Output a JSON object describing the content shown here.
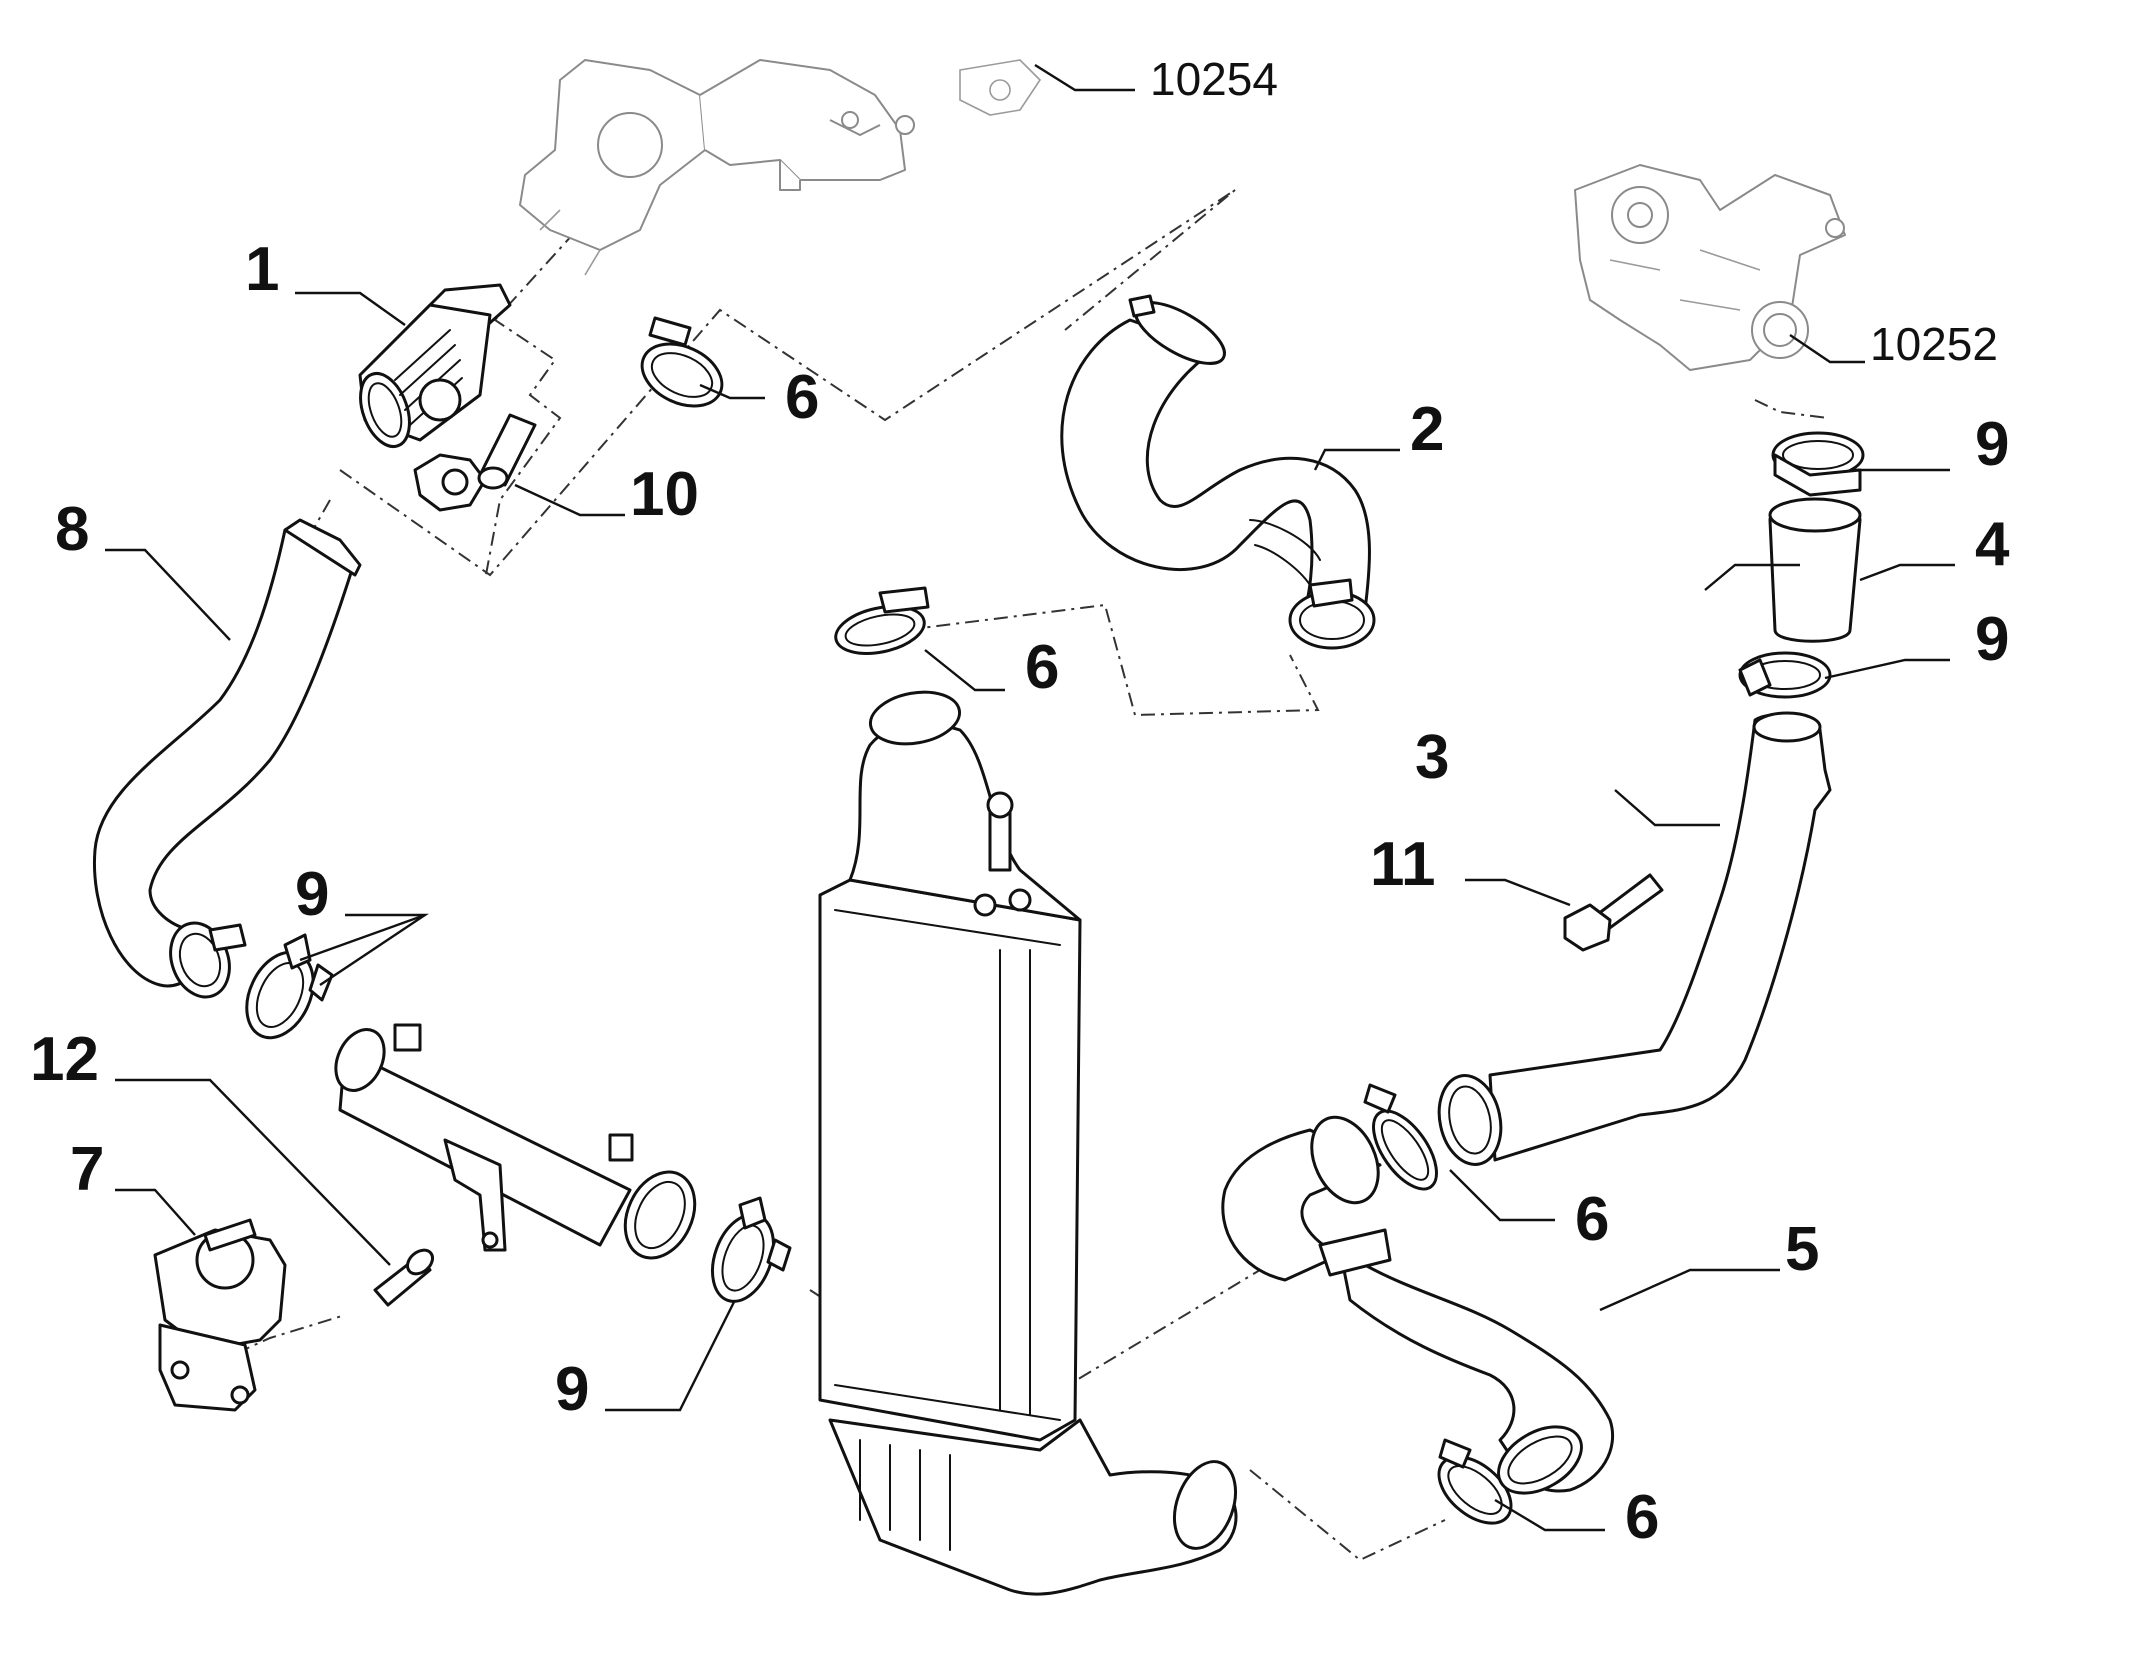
{
  "diagram": {
    "callouts": [
      {
        "id": "c1",
        "text": "1"
      },
      {
        "id": "c2",
        "text": "2"
      },
      {
        "id": "c3",
        "text": "3"
      },
      {
        "id": "c4",
        "text": "4"
      },
      {
        "id": "c5",
        "text": "5"
      },
      {
        "id": "c6a",
        "text": "6"
      },
      {
        "id": "c6b",
        "text": "6"
      },
      {
        "id": "c6c",
        "text": "6"
      },
      {
        "id": "c6d",
        "text": "6"
      },
      {
        "id": "c7",
        "text": "7"
      },
      {
        "id": "c8",
        "text": "8"
      },
      {
        "id": "c9a",
        "text": "9"
      },
      {
        "id": "c9b",
        "text": "9"
      },
      {
        "id": "c9c",
        "text": "9"
      },
      {
        "id": "c9d",
        "text": "9"
      },
      {
        "id": "c10",
        "text": "10"
      },
      {
        "id": "c11",
        "text": "11"
      },
      {
        "id": "c12",
        "text": "12"
      }
    ],
    "references": [
      {
        "id": "r10254",
        "text": "10254"
      },
      {
        "id": "r10252",
        "text": "10252"
      }
    ]
  }
}
